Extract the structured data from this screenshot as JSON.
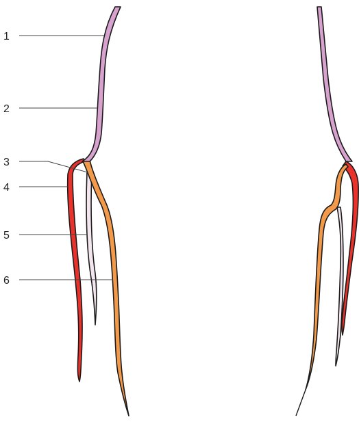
{
  "labels": {
    "l1": "1",
    "l2": "2",
    "l3": "3",
    "l4": "4",
    "l5": "5",
    "l6": "6"
  },
  "colors": {
    "vessel_upper": "#d8a2cf",
    "vessel_red": "#e8322b",
    "vessel_orange": "#f29a4a",
    "vessel_pale": "#f4e6ee",
    "outline": "#1a1a1a",
    "leader_line": "#444444"
  }
}
